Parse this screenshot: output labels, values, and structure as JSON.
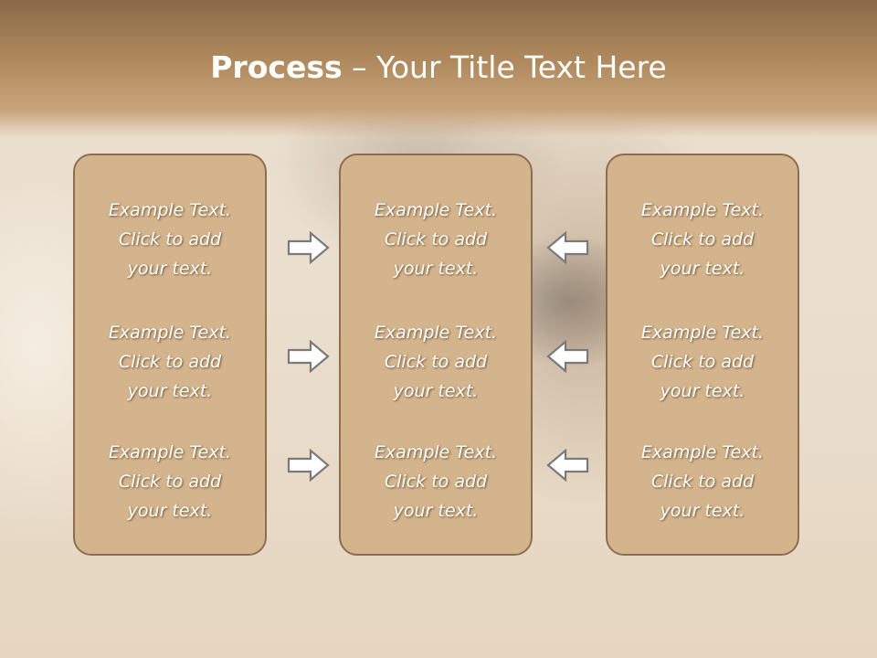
{
  "slide": {
    "title_bold": "Process",
    "title_rest": " – Your Title Text Here"
  },
  "columns": [
    {
      "items": [
        {
          "lines": [
            "Example Text.",
            "Click  to add",
            "your text."
          ]
        },
        {
          "lines": [
            "Example Text.",
            "Click  to add",
            "your text."
          ]
        },
        {
          "lines": [
            "Example Text.",
            "Click  to add",
            "your text."
          ]
        }
      ]
    },
    {
      "items": [
        {
          "lines": [
            "Example Text.",
            "Click  to add",
            "your text."
          ]
        },
        {
          "lines": [
            "Example Text.",
            "Click  to add",
            "your text."
          ]
        },
        {
          "lines": [
            "Example Text.",
            "Click  to add",
            "your text."
          ]
        }
      ]
    },
    {
      "items": [
        {
          "lines": [
            "Example Text.",
            "Click  to add",
            "your text."
          ]
        },
        {
          "lines": [
            "Example Text.",
            "Click  to add",
            "your text."
          ]
        },
        {
          "lines": [
            "Example Text.",
            "Click  to add",
            "your text."
          ]
        }
      ]
    }
  ],
  "arrows": {
    "left_group": [
      "right-arrow-icon",
      "right-arrow-icon",
      "right-arrow-icon"
    ],
    "right_group": [
      "left-arrow-icon",
      "left-arrow-icon",
      "left-arrow-icon"
    ]
  },
  "colors": {
    "header": "#b08a5e",
    "box_fill": "#d4b48c",
    "box_border": "#8c6f51",
    "text": "#ffffff"
  }
}
